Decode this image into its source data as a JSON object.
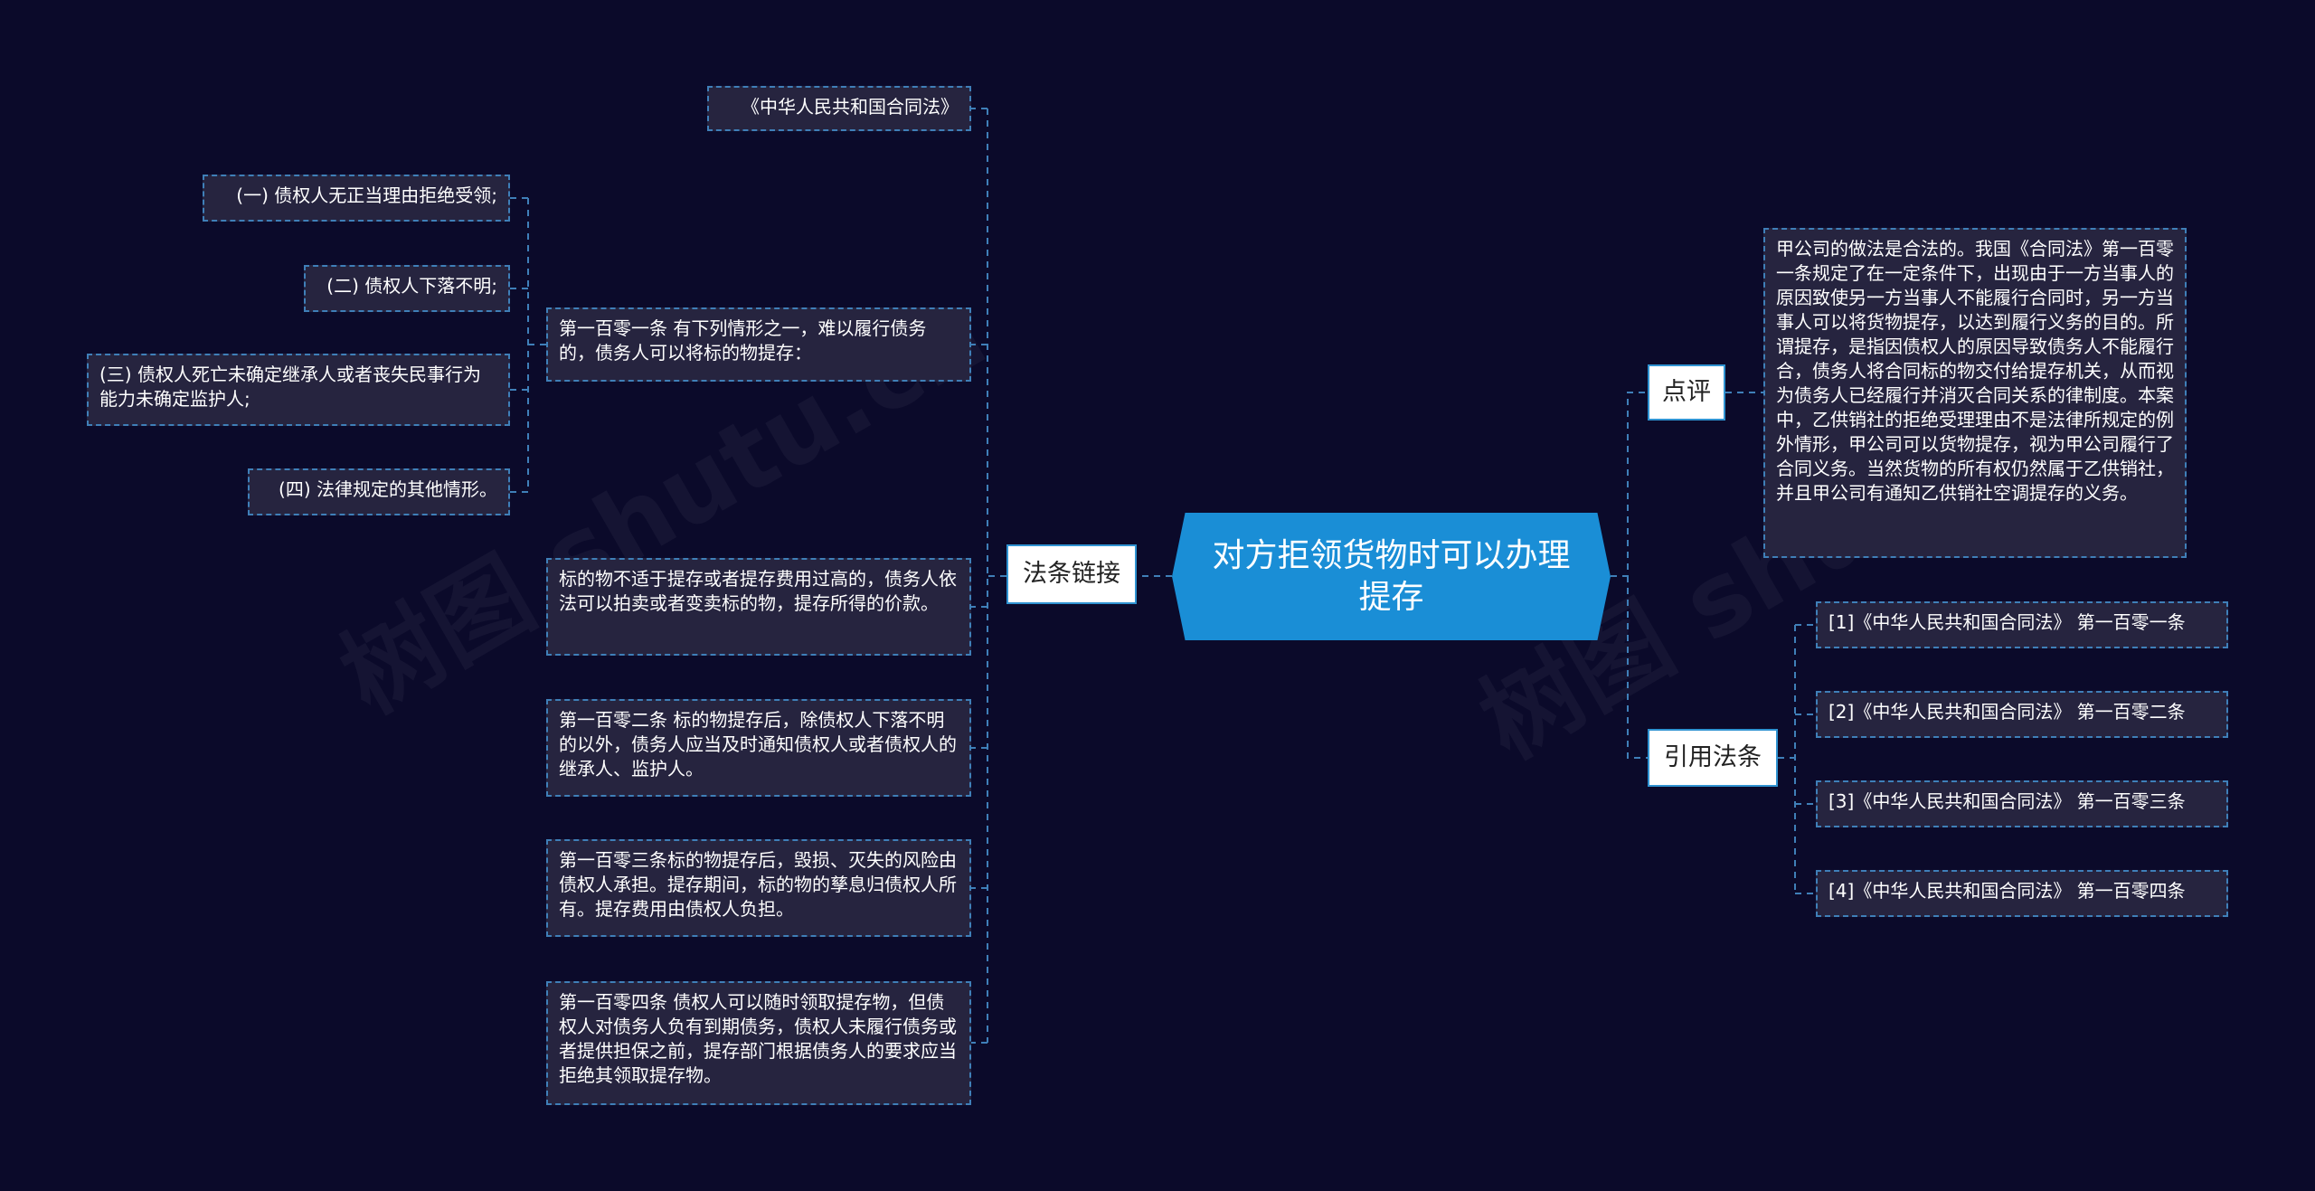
{
  "center": {
    "title": "对方拒领货物时可以办理提存"
  },
  "categories": {
    "falv": "法条链接",
    "dianping": "点评",
    "yinyong": "引用法条"
  },
  "left_nodes": {
    "law_title": "《中华人民共和国合同法》",
    "art101": "第一百零一条 有下列情形之一，难以履行债务的，债务人可以将标的物提存：",
    "art101_items": [
      "(一) 债权人无正当理由拒绝受领;",
      "(二) 债权人下落不明;",
      "(三) 债权人死亡未确定继承人或者丧失民事行为能力未确定监护人;",
      "(四) 法律规定的其他情形。"
    ],
    "unsuitable": "标的物不适于提存或者提存费用过高的，债务人依法可以拍卖或者变卖标的物，提存所得的价款。",
    "art102": "第一百零二条 标的物提存后，除债权人下落不明的以外，债务人应当及时通知债权人或者债权人的继承人、监护人。",
    "art103": "第一百零三条标的物提存后，毁损、灭失的风险由债权人承担。提存期间，标的物的孳息归债权人所有。提存费用由债权人负担。",
    "art104": "第一百零四条 债权人可以随时领取提存物，但债权人对债务人负有到期债务，债权人未履行债务或者提供担保之前，提存部门根据债务人的要求应当拒绝其领取提存物。"
  },
  "comment": "甲公司的做法是合法的。我国《合同法》第一百零一条规定了在一定条件下，出现由于一方当事人的原因致使另一方当事人不能履行合同时，另一方当事人可以将货物提存，以达到履行义务的目的。所谓提存，是指因债权人的原因导致债务人不能履行合，债务人将合同标的物交付给提存机关，从而视为债务人已经履行并消灭合同关系的律制度。本案中，乙供销社的拒绝受理理由不是法律所规定的例外情形，甲公司可以货物提存，视为甲公司履行了合同义务。当然货物的所有权仍然属于乙供销社，并且甲公司有通知乙供销社空调提存的义务。",
  "references": [
    "[1]《中华人民共和国合同法》 第一百零一条",
    "[2]《中华人民共和国合同法》 第一百零二条",
    "[3]《中华人民共和国合同法》 第一百零三条",
    "[4]《中华人民共和国合同法》 第一百零四条"
  ],
  "watermark": "树图 shutu.cn",
  "colors": {
    "background": "#0b0a2a",
    "center": "#1a8ed6",
    "link": "#3f7fb8",
    "node_bg": "#26243f"
  }
}
